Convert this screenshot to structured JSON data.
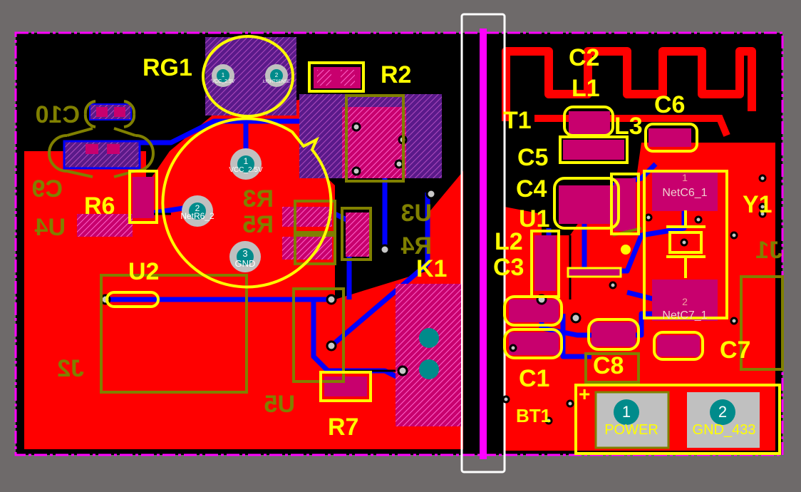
{
  "colors": {
    "background": "#6e6a6a",
    "board": "#000000",
    "top_copper": "#ff0000",
    "bottom_copper": "#0000ff",
    "silkscreen_top": "#ffff00",
    "silkscreen_bottom": "#808000",
    "board_outline": "#ff00ff",
    "mechanical": "#ffffff",
    "pad_hole": "#008b8b",
    "pad_gray": "#c0c0c0"
  },
  "top_labels": {
    "rg1": "RG1",
    "r2": "R2",
    "c2": "C2",
    "l1": "L1",
    "c6": "C6",
    "t1": "T1",
    "l3": "L3",
    "c5": "C5",
    "c4": "C4",
    "r6": "R6",
    "u1": "U1",
    "y1": "Y1",
    "l2": "L2",
    "c3": "C3",
    "k1": "K1",
    "u2": "U2",
    "c1": "C1",
    "c8": "C8",
    "c7": "C7",
    "r7": "R7",
    "bt1": "BT1",
    "plus": "+"
  },
  "bottom_labels": {
    "c10": "C10",
    "c9": "C9",
    "u4": "U4",
    "r3": "R3",
    "r5": "R5",
    "u3": "U3",
    "r4": "R4",
    "j1": "J1",
    "j2": "J2",
    "u5": "U5"
  },
  "pad_labels": {
    "rg1_pin1_num": "1",
    "rg1_pin1": "VCC_2.5V",
    "rg1_pin2_num": "2",
    "rg1_pin2": "LIGHTSENSE",
    "sensor_pin1_num": "1",
    "sensor_pin1": "VCC_2.5V",
    "sensor_pin2_num": "2",
    "sensor_pin2": "NetR6_2",
    "sensor_pin3_num": "3",
    "sensor_pin3": "GND",
    "y1_pin1_num": "1",
    "y1_pin1": "NetC6_1",
    "y1_pin2_num": "2",
    "y1_pin2": "NetC7_1",
    "bt1_pin1_num": "1",
    "bt1_pin1": "POWER",
    "bt1_pin2_num": "2",
    "bt1_pin2": "GND_433"
  }
}
